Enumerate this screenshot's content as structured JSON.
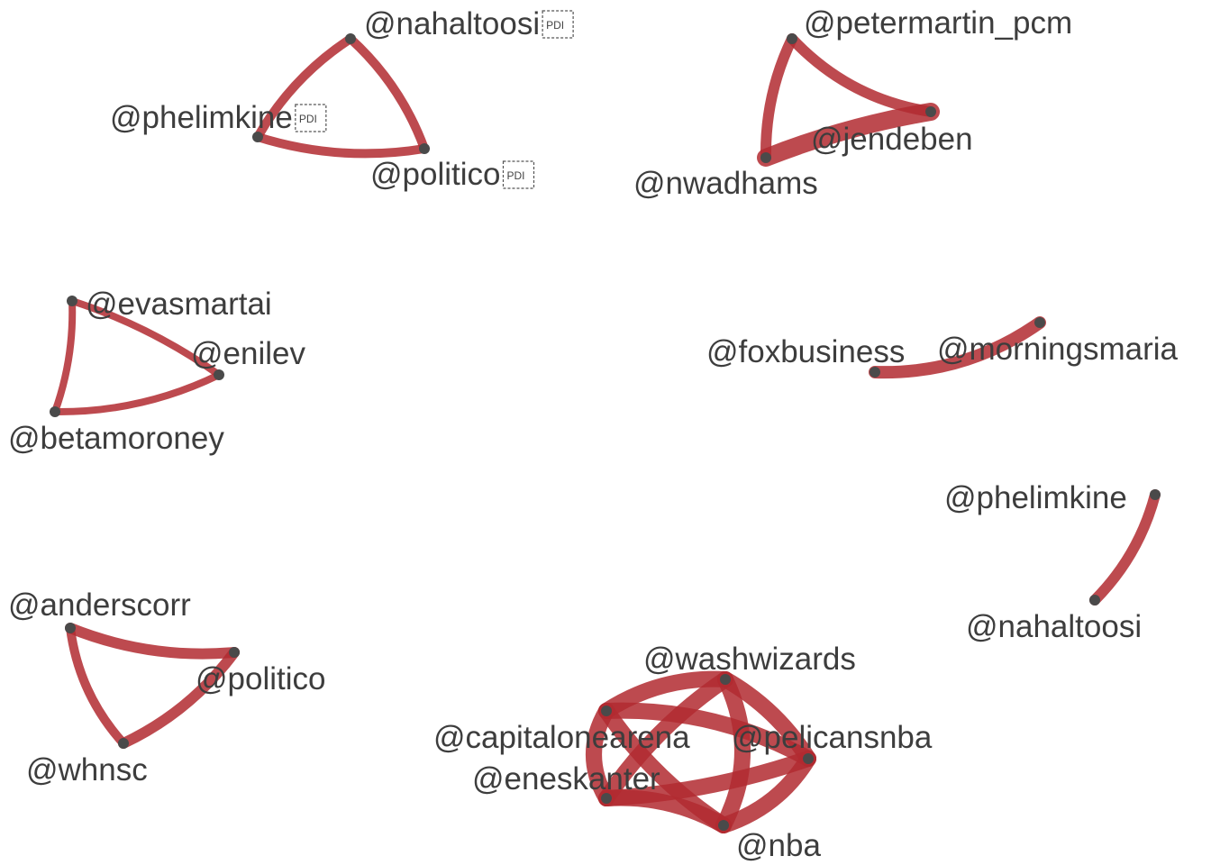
{
  "colors": {
    "edge": "#b22a30",
    "node": "#4a4a4a",
    "label": "#3d3d3d",
    "background": "#ffffff"
  },
  "graph": {
    "components": [
      {
        "id": "c1",
        "nodes": [
          {
            "id": "n1",
            "label": "@nahaltoosi",
            "glyph": "PDI"
          },
          {
            "id": "n2",
            "label": "@phelimkine",
            "glyph": "PDI"
          },
          {
            "id": "n3",
            "label": "@politico",
            "glyph": "PDI"
          }
        ],
        "edges": [
          {
            "source": "n1",
            "target": "n2"
          },
          {
            "source": "n1",
            "target": "n3"
          },
          {
            "source": "n2",
            "target": "n3"
          }
        ]
      },
      {
        "id": "c2",
        "nodes": [
          {
            "id": "n4",
            "label": "@petermartin_pcm"
          },
          {
            "id": "n5",
            "label": "@jendeben"
          },
          {
            "id": "n6",
            "label": "@nwadhams"
          }
        ],
        "edges": [
          {
            "source": "n4",
            "target": "n5"
          },
          {
            "source": "n4",
            "target": "n6"
          },
          {
            "source": "n5",
            "target": "n6"
          }
        ]
      },
      {
        "id": "c3",
        "nodes": [
          {
            "id": "n7",
            "label": "@evasmartai"
          },
          {
            "id": "n8",
            "label": "@enilev"
          },
          {
            "id": "n9",
            "label": "@betamoroney"
          }
        ],
        "edges": [
          {
            "source": "n7",
            "target": "n8"
          },
          {
            "source": "n7",
            "target": "n9"
          },
          {
            "source": "n8",
            "target": "n9"
          }
        ]
      },
      {
        "id": "c4",
        "nodes": [
          {
            "id": "n10",
            "label": "@foxbusiness"
          },
          {
            "id": "n11",
            "label": "@morningsmaria"
          }
        ],
        "edges": [
          {
            "source": "n10",
            "target": "n11"
          }
        ]
      },
      {
        "id": "c5",
        "nodes": [
          {
            "id": "n12",
            "label": "@phelimkine"
          },
          {
            "id": "n13",
            "label": "@nahaltoosi"
          }
        ],
        "edges": [
          {
            "source": "n12",
            "target": "n13"
          }
        ]
      },
      {
        "id": "c6",
        "nodes": [
          {
            "id": "n14",
            "label": "@anderscorr"
          },
          {
            "id": "n15",
            "label": "@politico"
          },
          {
            "id": "n16",
            "label": "@whnsc"
          }
        ],
        "edges": [
          {
            "source": "n14",
            "target": "n15"
          },
          {
            "source": "n14",
            "target": "n16"
          },
          {
            "source": "n15",
            "target": "n16"
          }
        ]
      },
      {
        "id": "c7",
        "nodes": [
          {
            "id": "n17",
            "label": "@washwizards"
          },
          {
            "id": "n18",
            "label": "@capitalonearena"
          },
          {
            "id": "n19",
            "label": "@pelicansnba"
          },
          {
            "id": "n20",
            "label": "@eneskanter"
          },
          {
            "id": "n21",
            "label": "@nba"
          }
        ],
        "edges": [
          {
            "source": "n17",
            "target": "n18"
          },
          {
            "source": "n17",
            "target": "n19"
          },
          {
            "source": "n17",
            "target": "n20"
          },
          {
            "source": "n17",
            "target": "n21"
          },
          {
            "source": "n18",
            "target": "n19"
          },
          {
            "source": "n18",
            "target": "n20"
          },
          {
            "source": "n18",
            "target": "n21"
          },
          {
            "source": "n19",
            "target": "n20"
          },
          {
            "source": "n19",
            "target": "n21"
          },
          {
            "source": "n20",
            "target": "n21"
          }
        ]
      }
    ]
  }
}
